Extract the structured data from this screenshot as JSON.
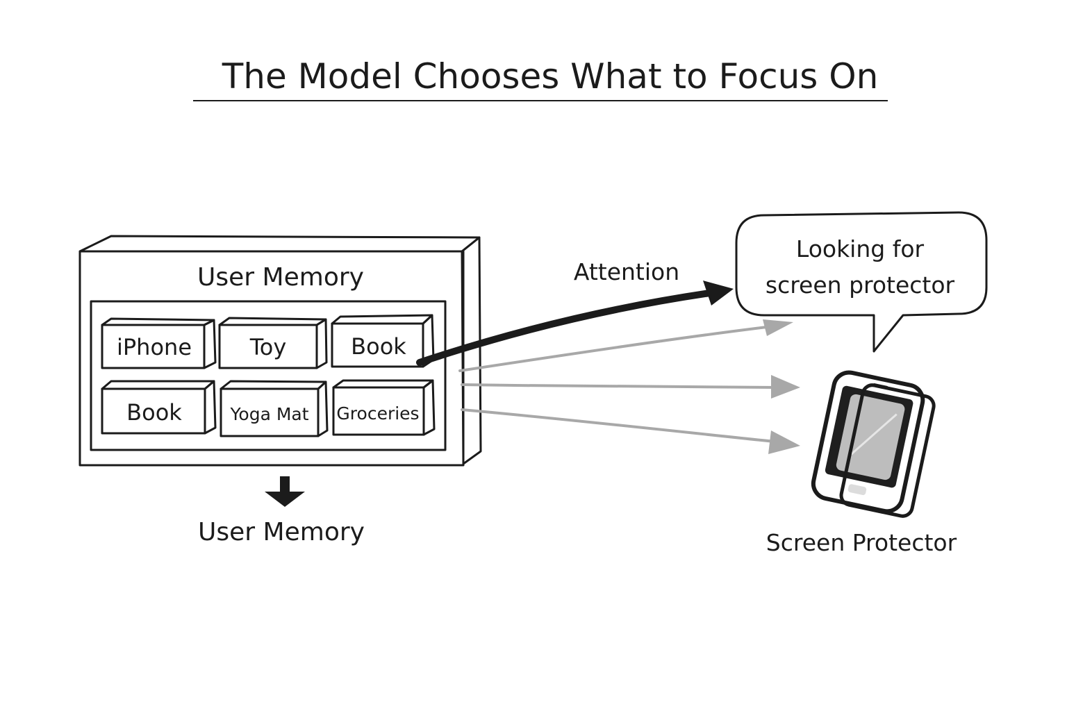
{
  "title": "The Model Chooses What to Focus On",
  "memory_panel": {
    "heading": "User Memory",
    "items": [
      "iPhone",
      "Toy",
      "Book",
      "Book",
      "Yoga Mat",
      "Groceries"
    ],
    "caption": "User Memory"
  },
  "attention_label": "Attention",
  "query_bubble": {
    "line1": "Looking for",
    "line2": "screen protector"
  },
  "target": {
    "caption": "Screen Protector",
    "icon": "phone-screen-protector-icon"
  },
  "colors": {
    "ink": "#1b1b1b",
    "faint_arrow": "#a8a8a8",
    "background": "#ffffff"
  }
}
